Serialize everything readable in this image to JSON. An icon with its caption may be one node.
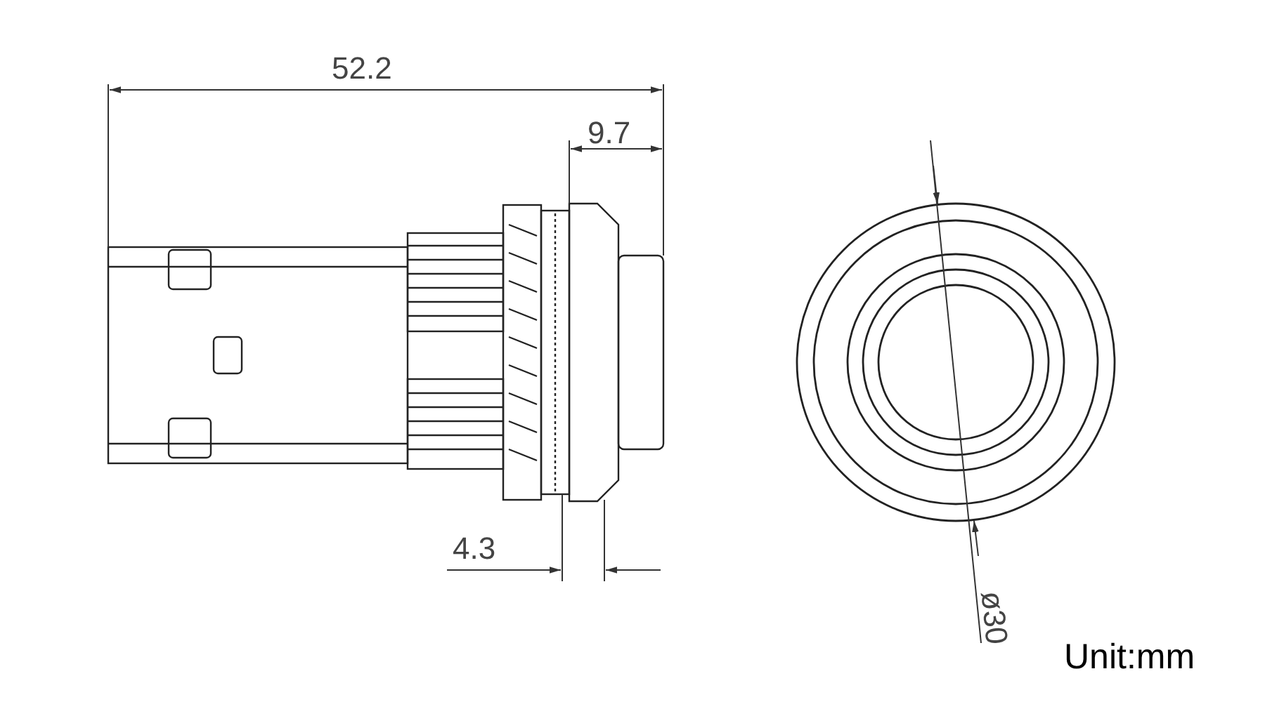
{
  "diagram": {
    "labels": [
      "52.2",
      "9.7",
      "4.3",
      "ø30",
      "Unit:mm"
    ]
  }
}
